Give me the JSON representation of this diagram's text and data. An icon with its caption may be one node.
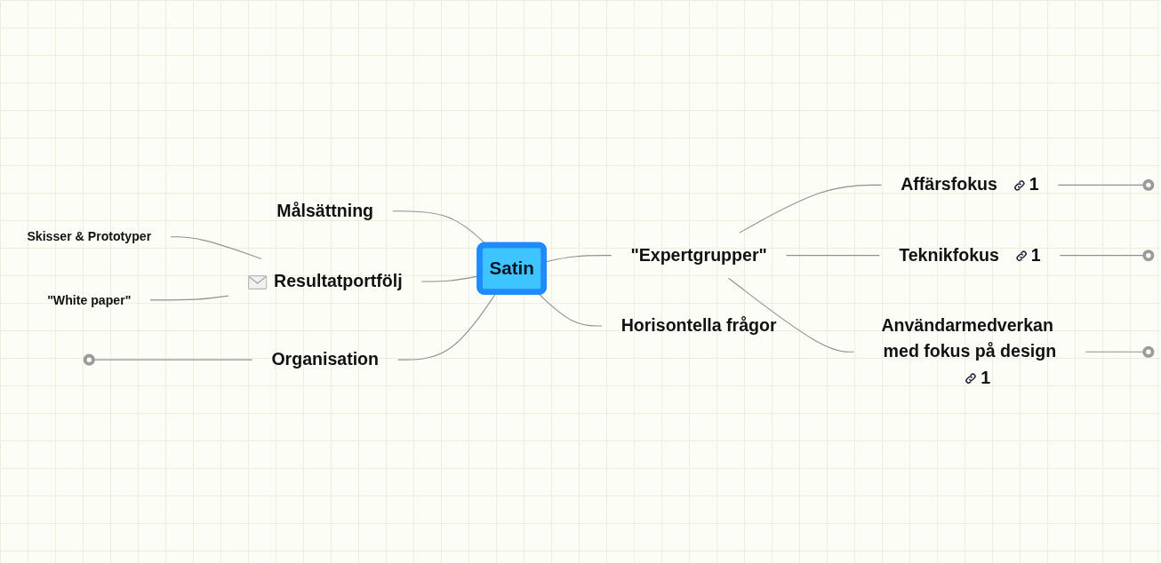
{
  "diagram": {
    "nodes": [
      {
        "text": [
          "Satin"
        ]
      },
      {
        "text": [
          "\"Expertgrupper\""
        ]
      },
      {
        "text": [
          "Affärsfokus",
          "1"
        ]
      },
      {
        "text": [
          "Teknikfokus",
          "1"
        ]
      },
      {
        "text": [
          "Användarmedverkan med fokus på design",
          "1"
        ]
      },
      {
        "text": [
          "Målsättning"
        ]
      },
      {
        "text": [
          "Resultatportfölj"
        ]
      },
      {
        "text": [
          "Skisser & Prototyper"
        ]
      },
      {
        "text": [
          "\"White paper\""
        ]
      },
      {
        "text": [
          "Organisation"
        ]
      },
      {
        "text": [
          "Horisontella frågor"
        ]
      },
      {
        "text": [],
        "shape": "circle"
      },
      {
        "text": [],
        "shape": "circle"
      },
      {
        "text": [],
        "shape": "circle"
      },
      {
        "text": [],
        "shape": "circle"
      }
    ],
    "edges": [
      {
        "from": 0,
        "to": 1,
        "arrow": "none"
      },
      {
        "from": 1,
        "to": 2,
        "arrow": "none"
      },
      {
        "from": 1,
        "to": 3,
        "arrow": "none"
      },
      {
        "from": 1,
        "to": 4,
        "arrow": "none"
      },
      {
        "from": 2,
        "to": 11,
        "arrow": "none"
      },
      {
        "from": 3,
        "to": 12,
        "arrow": "none"
      },
      {
        "from": 4,
        "to": 13,
        "arrow": "none"
      },
      {
        "from": 5,
        "to": 0,
        "arrow": "none"
      },
      {
        "from": 6,
        "to": 0,
        "arrow": "none"
      },
      {
        "from": 7,
        "to": 6,
        "arrow": "none"
      },
      {
        "from": 8,
        "to": 6,
        "arrow": "none"
      },
      {
        "from": 9,
        "to": 0,
        "arrow": "none"
      },
      {
        "from": 14,
        "to": 9,
        "arrow": "none"
      },
      {
        "from": 0,
        "to": 10,
        "arrow": "none"
      }
    ]
  }
}
